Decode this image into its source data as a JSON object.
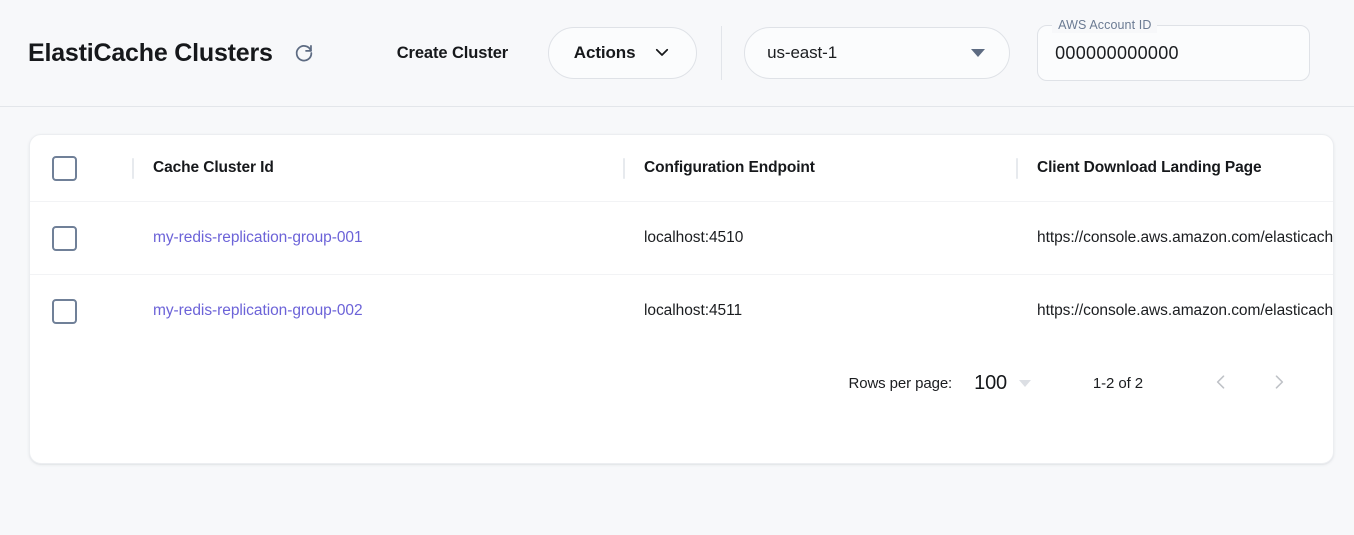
{
  "header": {
    "title": "ElastiCache Clusters",
    "refresh_icon": "refresh-icon",
    "create_label": "Create Cluster",
    "actions_label": "Actions",
    "actions_caret_icon": "chevron-down-icon",
    "region": {
      "value": "us-east-1",
      "caret_icon": "triangle-down-icon"
    },
    "account": {
      "label": "AWS Account ID",
      "value": "000000000000",
      "placeholder": "AWS Account ID"
    }
  },
  "table": {
    "columns": [
      "Cache Cluster Id",
      "Configuration Endpoint",
      "Client Download Landing Page"
    ],
    "rows": [
      {
        "cluster_id": "my-redis-replication-group-001",
        "endpoint": "localhost:4510",
        "landing_page": "https://console.aws.amazon.com/elasticache/home"
      },
      {
        "cluster_id": "my-redis-replication-group-002",
        "endpoint": "localhost:4511",
        "landing_page": "https://console.aws.amazon.com/elasticache/home"
      }
    ]
  },
  "pagination": {
    "rows_per_page_label": "Rows per page:",
    "rows_per_page_value": "100",
    "range": "1-2 of 2",
    "prev_icon": "chevron-left-icon",
    "next_icon": "chevron-right-icon"
  },
  "colors": {
    "link": "#6c63d8",
    "page_bg": "#f7f8fa",
    "card_bg": "#ffffff",
    "checkbox_border": "#708098",
    "caret": "#5d6b82"
  }
}
